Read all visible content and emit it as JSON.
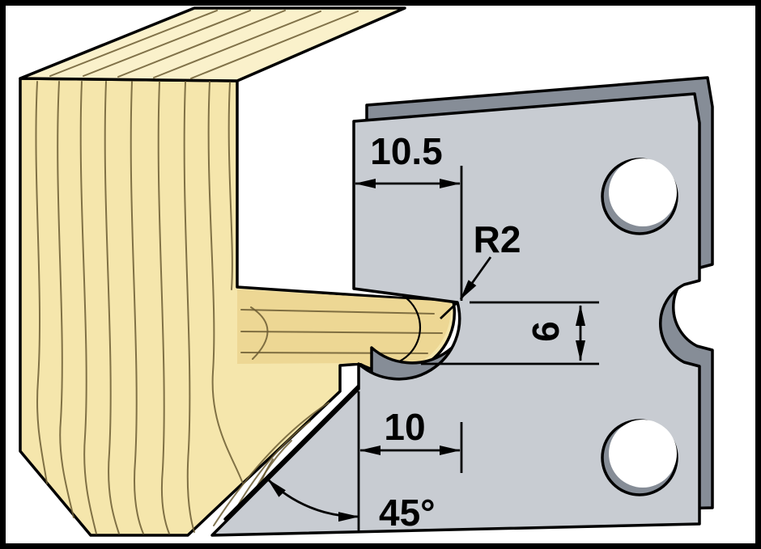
{
  "figure": {
    "type": "technical-diagram",
    "subject": "moulding knife profile with moulded timber sample",
    "labels": {
      "dim_top_width": "10.5",
      "dim_radius": "R2",
      "dim_notch_height": "6",
      "dim_bottom_width": "10",
      "dim_angle": "45°"
    },
    "colors": {
      "background": "#ffffff",
      "frame": "#000000",
      "outline": "#000000",
      "wood_top": "#faf1cb",
      "wood_face": "#f5e6ac",
      "wood_bead": "#edd794",
      "wood_grain": "#6b5c33",
      "steel_face": "#c8ccd2",
      "steel_bevel": "#868d97",
      "hole_fill": "#ffffff",
      "dimension": "#000000"
    }
  }
}
